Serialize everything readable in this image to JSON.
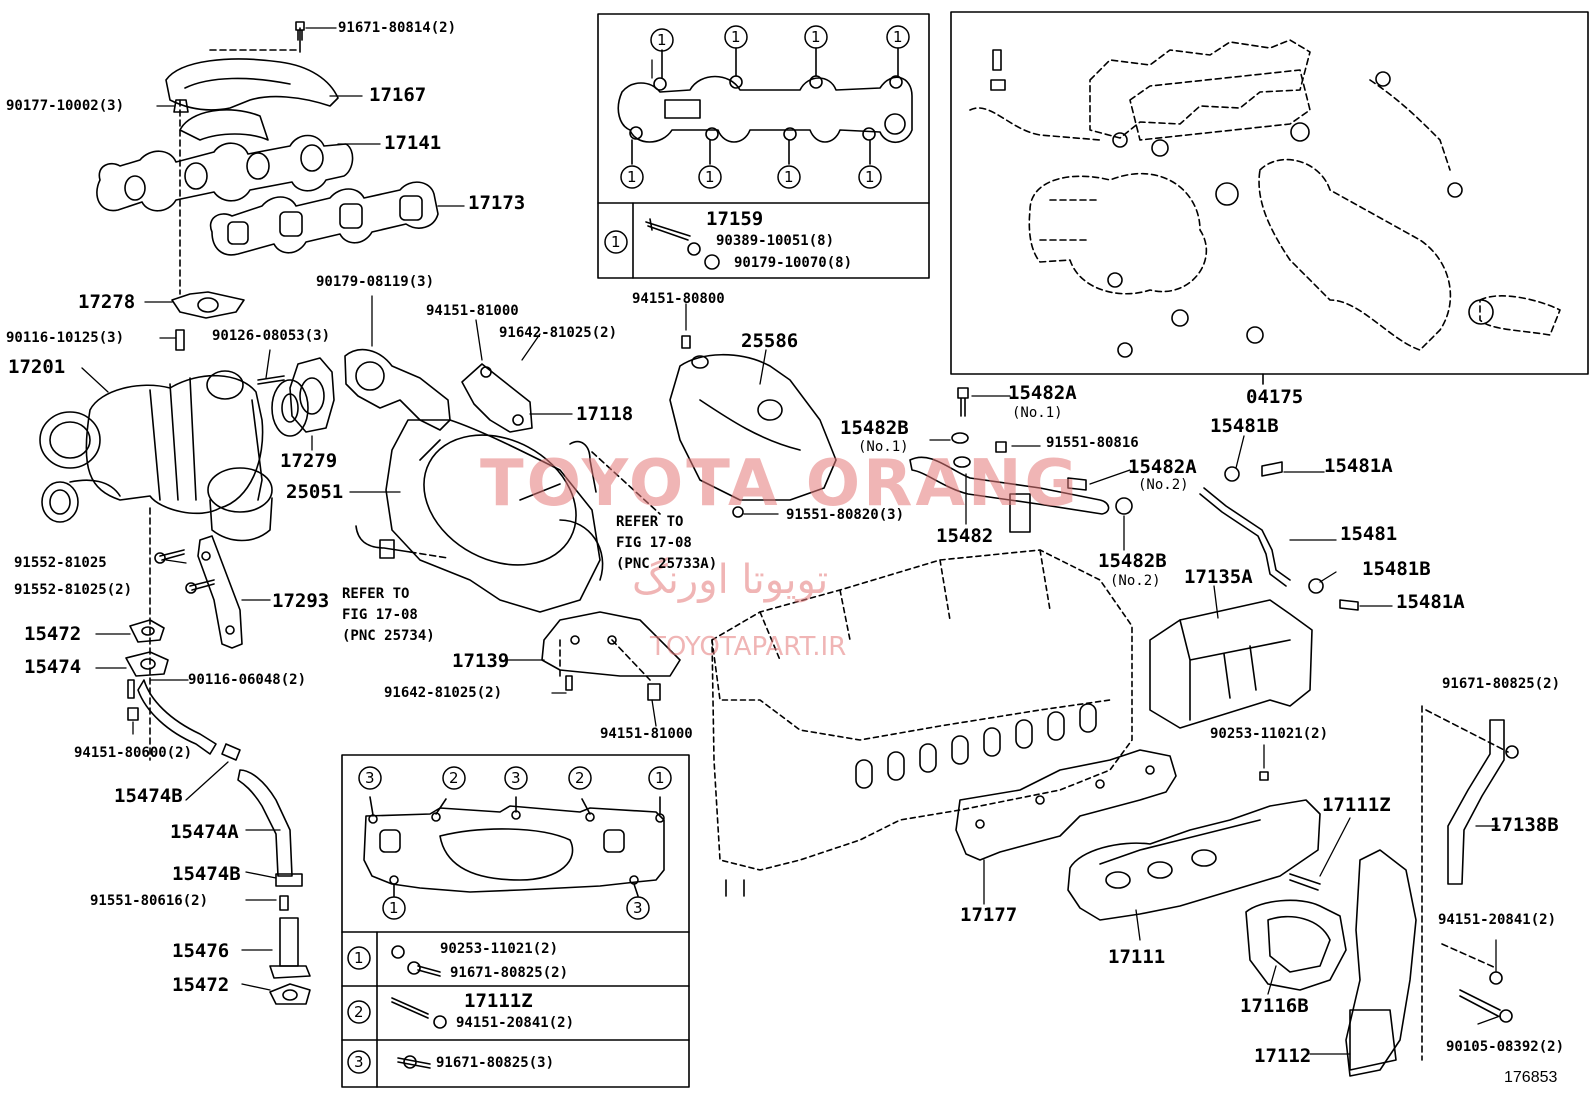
{
  "figure_number": "176853",
  "watermark": {
    "brand": "TOYOTA ORANG",
    "persian": "تویوتا اورنگ",
    "site": "TOYOTAPART.IR"
  },
  "inset_top": {
    "key_symbol": "1",
    "items": [
      {
        "part": "17159"
      },
      {
        "part": "90389-10051",
        "qty": "(8)"
      },
      {
        "part": "90179-10070",
        "qty": "(8)"
      }
    ]
  },
  "inset_right": {
    "part": "04175"
  },
  "inset_bottom": {
    "rows": [
      {
        "key": "1",
        "items": [
          {
            "part": "90253-11021",
            "qty": "(2)"
          },
          {
            "part": "91671-80825",
            "qty": "(2)"
          }
        ]
      },
      {
        "key": "2",
        "items": [
          {
            "part": "17111Z",
            "qty": ""
          },
          {
            "part": "94151-20841",
            "qty": "(2)"
          }
        ]
      },
      {
        "key": "3",
        "items": [
          {
            "part": "91671-80825",
            "qty": "(3)"
          }
        ]
      }
    ]
  },
  "labels": {
    "p91671_80814": "91671-80814(2)",
    "p17167": "17167",
    "p90177_10002": "90177-10002(3)",
    "p17141": "17141",
    "p17173": "17173",
    "p17278": "17278",
    "p90116_10125": "90116-10125(3)",
    "p90126_08053": "90126-08053(3)",
    "p17201": "17201",
    "p90179_08119": "90179-08119(3)",
    "p94151_81000a": "94151-81000",
    "p91642_81025a": "91642-81025(2)",
    "p17118": "17118",
    "p17279": "17279",
    "p25051": "25051",
    "p94151_80800": "94151-80800",
    "p25586": "25586",
    "p91551_80820": "91551-80820(3)",
    "p15482A_1": "15482A",
    "p15482A_1n": "(No.1)",
    "p15482B_1": "15482B",
    "p15482B_1n": "(No.1)",
    "p91551_80816": "91551-80816",
    "p15482A_2": "15482A",
    "p15482A_2n": "(No.2)",
    "p15482": "15482",
    "p15482B_2": "15482B",
    "p15482B_2n": "(No.2)",
    "p15481B_1": "15481B",
    "p15481A_1": "15481A",
    "p15481": "15481",
    "p15481B_2": "15481B",
    "p15481A_2": "15481A",
    "p17135A": "17135A",
    "p91552_81025a": "91552-81025",
    "p91552_81025b": "91552-81025(2)",
    "p17293": "17293",
    "p15472a": "15472",
    "p15474": "15474",
    "p90116_06048": "90116-06048(2)",
    "p94151_80600": "94151-80600(2)",
    "p15474B_a": "15474B",
    "p15474A": "15474A",
    "p15474B_b": "15474B",
    "p91551_80616": "91551-80616(2)",
    "p15476": "15476",
    "p15472b": "15472",
    "p17139": "17139",
    "p91642_81025b": "91642-81025(2)",
    "p94151_81000b": "94151-81000",
    "p90253_11021": "90253-11021(2)",
    "p17111Z": "17111Z",
    "p17177": "17177",
    "p17111": "17111",
    "p17116B": "17116B",
    "p17112": "17112",
    "p91671_80825": "91671-80825(2)",
    "p17138B": "17138B",
    "p94151_20841": "94151-20841(2)",
    "p90105_08392": "90105-08392(2)"
  },
  "notes": {
    "ref1": [
      "REFER TO",
      "FIG 17-08",
      "(PNC 25733A)"
    ],
    "ref2": [
      "REFER TO",
      "FIG 17-08",
      "(PNC 25734)"
    ]
  },
  "callouts": {
    "top_manifold": [
      "1",
      "1",
      "1",
      "1",
      "1",
      "1",
      "1",
      "1"
    ],
    "bottom_gasket_top": [
      "3",
      "2",
      "3",
      "2",
      "1"
    ],
    "bottom_gasket_bottom": [
      "1",
      "3"
    ]
  }
}
